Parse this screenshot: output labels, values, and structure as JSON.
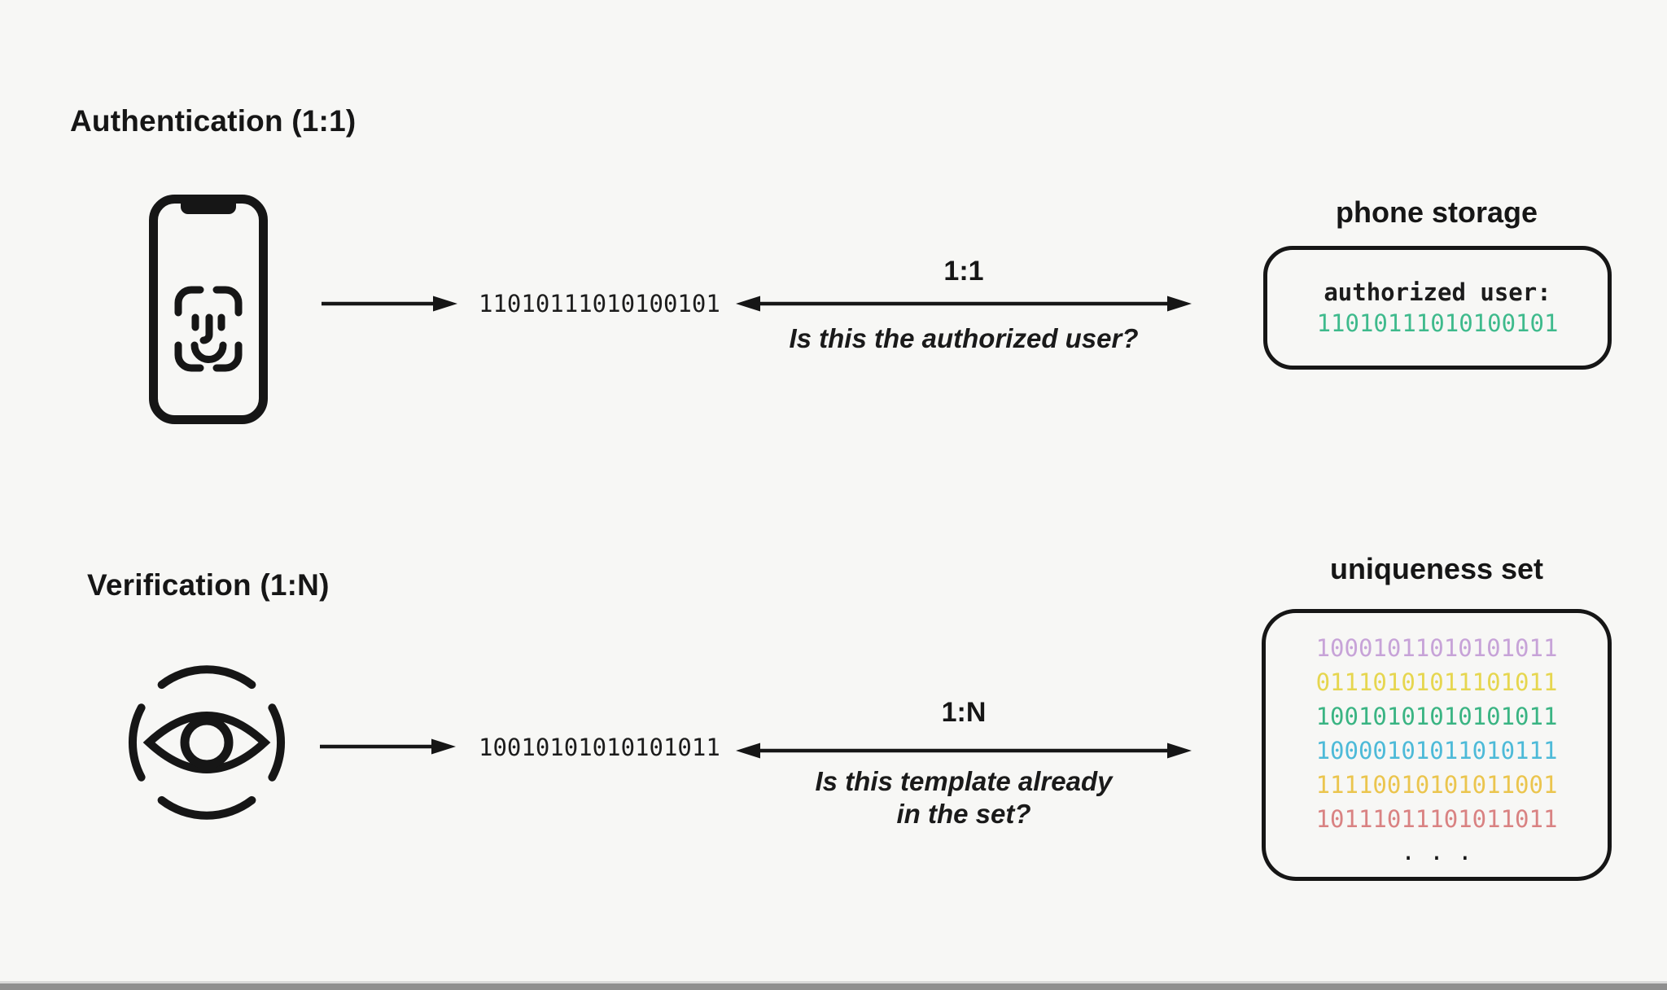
{
  "canvas": {
    "background": "#f7f7f5",
    "ink": "#161616",
    "bottom_bar_color": "#8f8f8f"
  },
  "authentication": {
    "title": "Authentication (1:1)",
    "probe_template": "11010111010100101",
    "match_label": "1:1",
    "question": "Is this the authorized user?",
    "storage_title": "phone storage",
    "record_label": "authorized user:",
    "record_value": "11010111010100101",
    "record_color": "#3eba8c"
  },
  "verification": {
    "title": "Verification (1:N)",
    "probe_template": "10010101010101011",
    "match_label": "1:N",
    "question_line1": "Is this template already",
    "question_line2": "in the set?",
    "set_title": "uniqueness set",
    "set_rows": [
      {
        "bits": "10001011010101011",
        "color": "#c7a3d8"
      },
      {
        "bits": "01110101011101011",
        "color": "#e6d64f"
      },
      {
        "bits": "10010101010101011",
        "color": "#3ab483"
      },
      {
        "bits": "10000101011010111",
        "color": "#4dbad8"
      },
      {
        "bits": "11110010101011001",
        "color": "#ebc54e"
      },
      {
        "bits": "10111011101011011",
        "color": "#d98282"
      }
    ],
    "ellipsis": ". . ."
  }
}
